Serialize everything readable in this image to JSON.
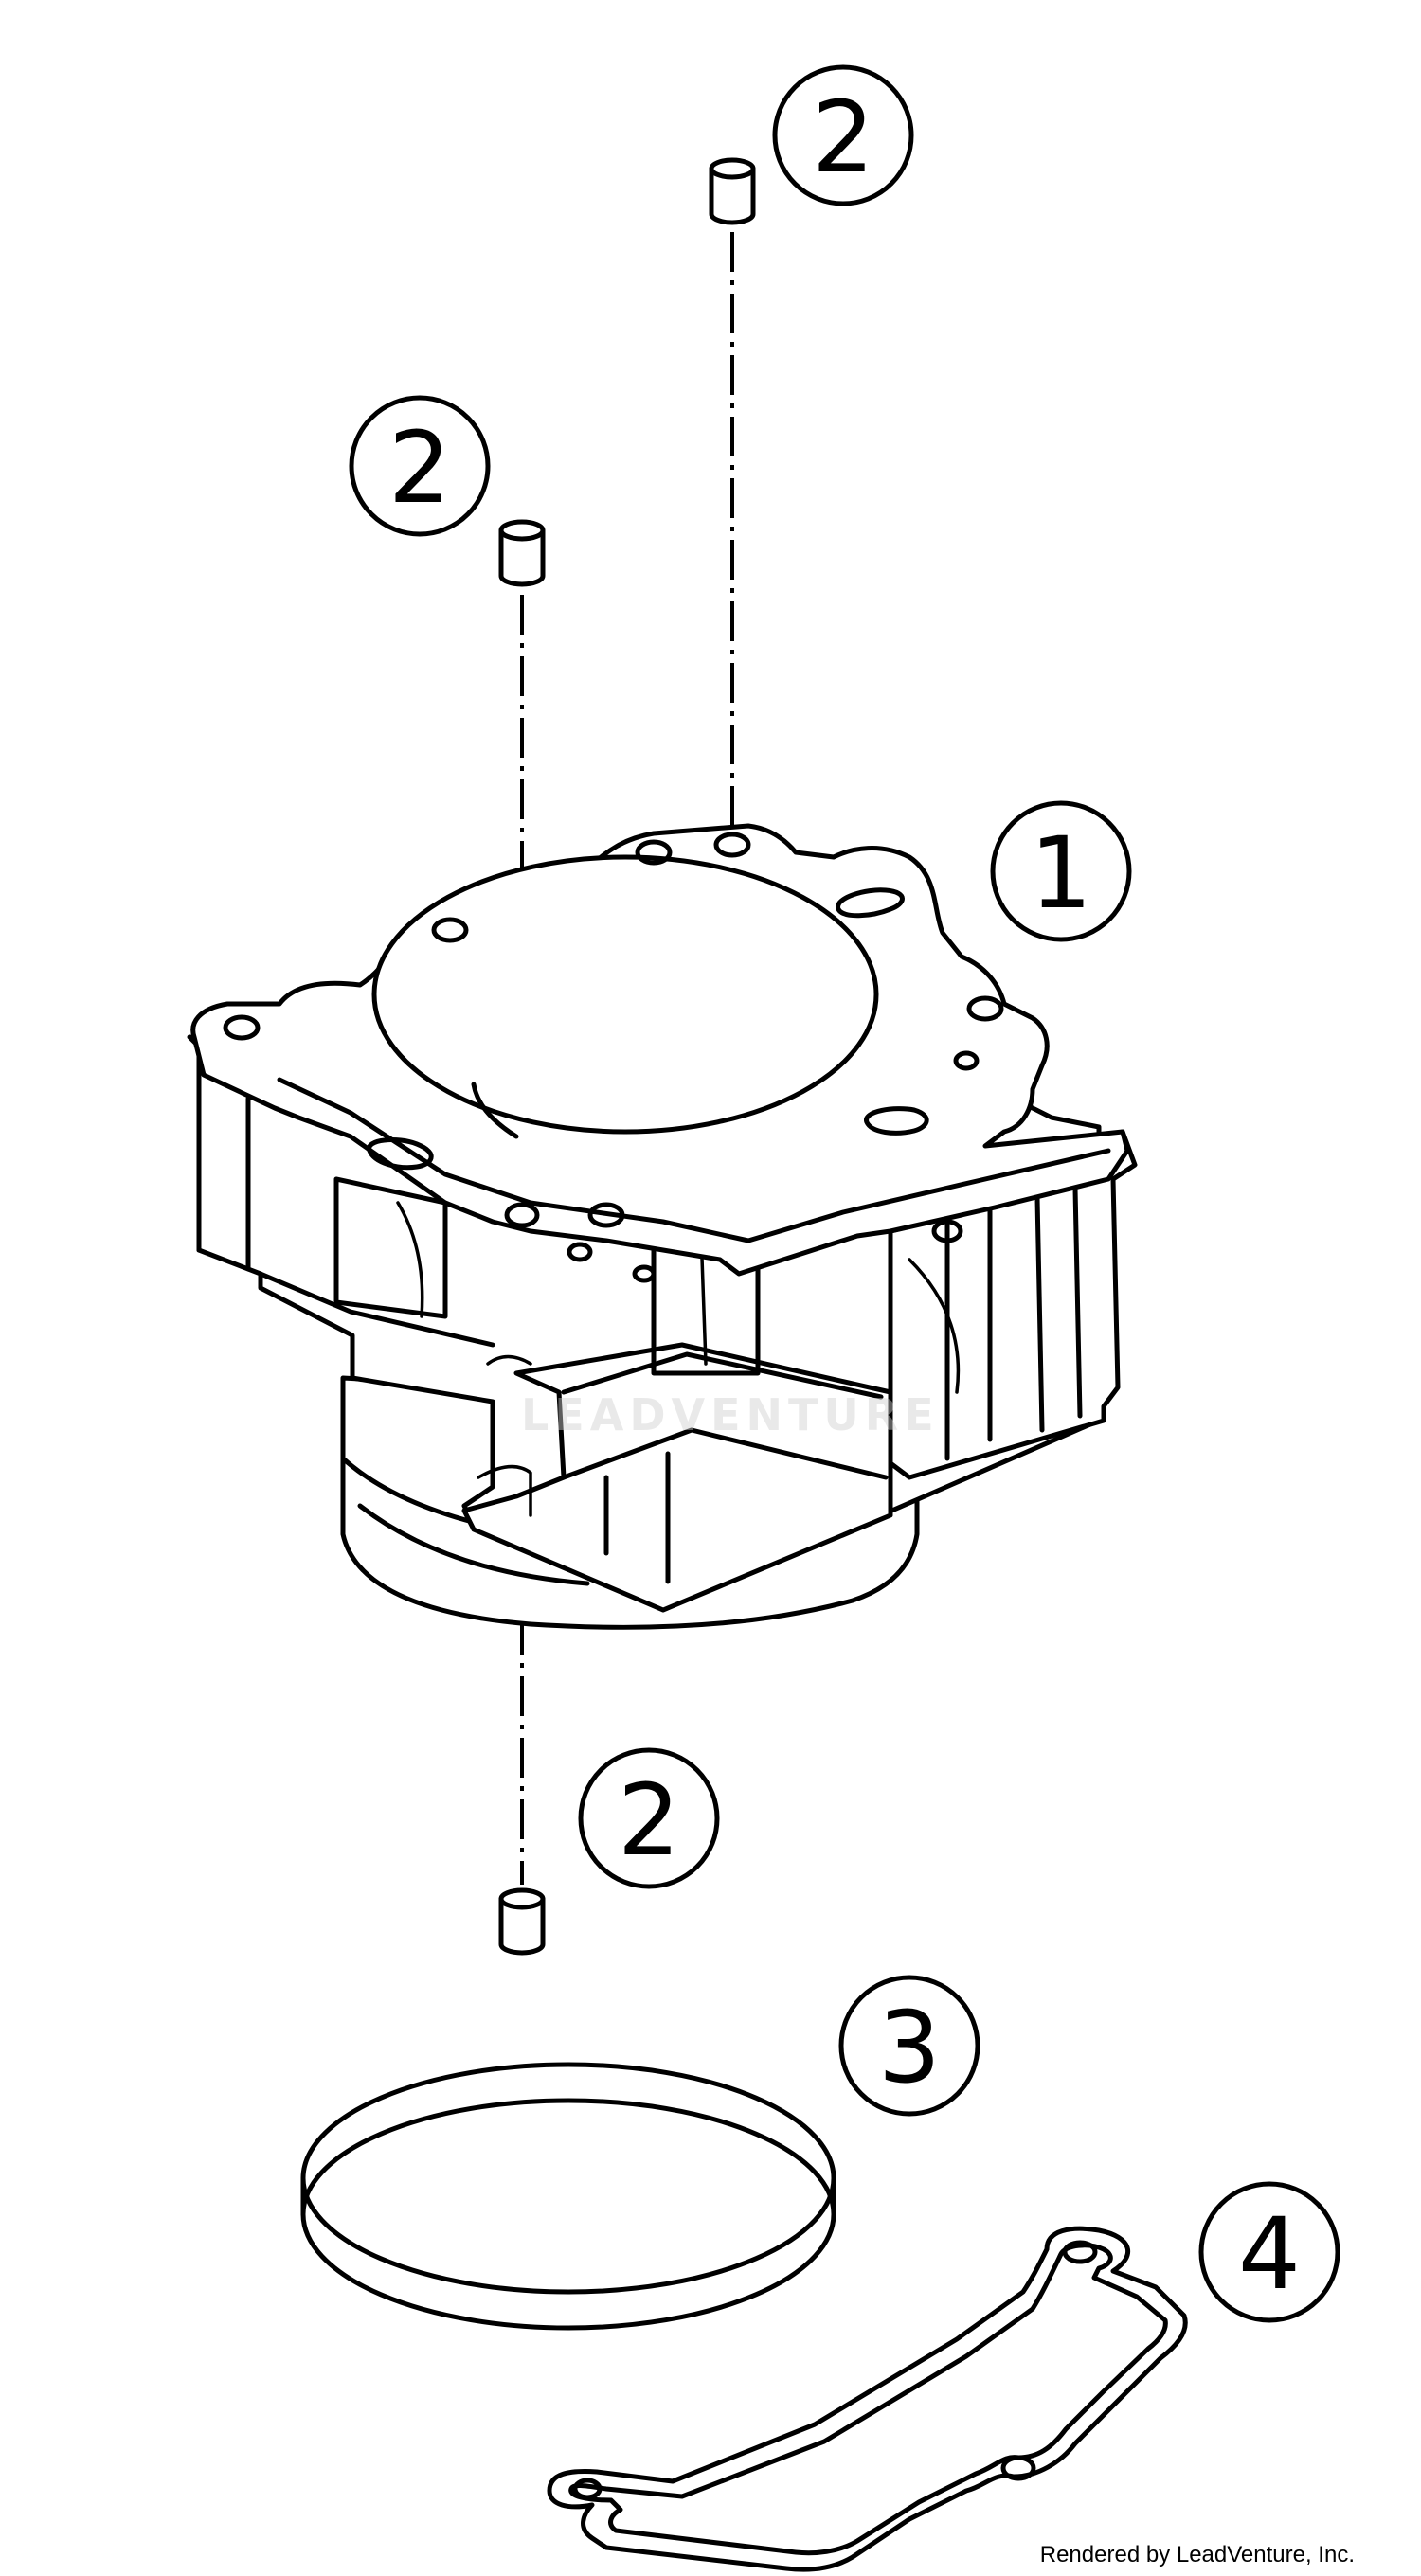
{
  "diagram": {
    "callouts": [
      {
        "number": "1",
        "part": "cylinder"
      },
      {
        "number": "2",
        "part": "dowel-pin"
      },
      {
        "number": "3",
        "part": "o-ring"
      },
      {
        "number": "4",
        "part": "gasket"
      }
    ],
    "callout_labels": {
      "c1": "1",
      "c2a": "2",
      "c2b": "2",
      "c2c": "2",
      "c3": "3",
      "c4": "4"
    },
    "watermark_text": "LEADVENTURE"
  },
  "footer": {
    "credit": "Rendered by LeadVenture, Inc."
  }
}
